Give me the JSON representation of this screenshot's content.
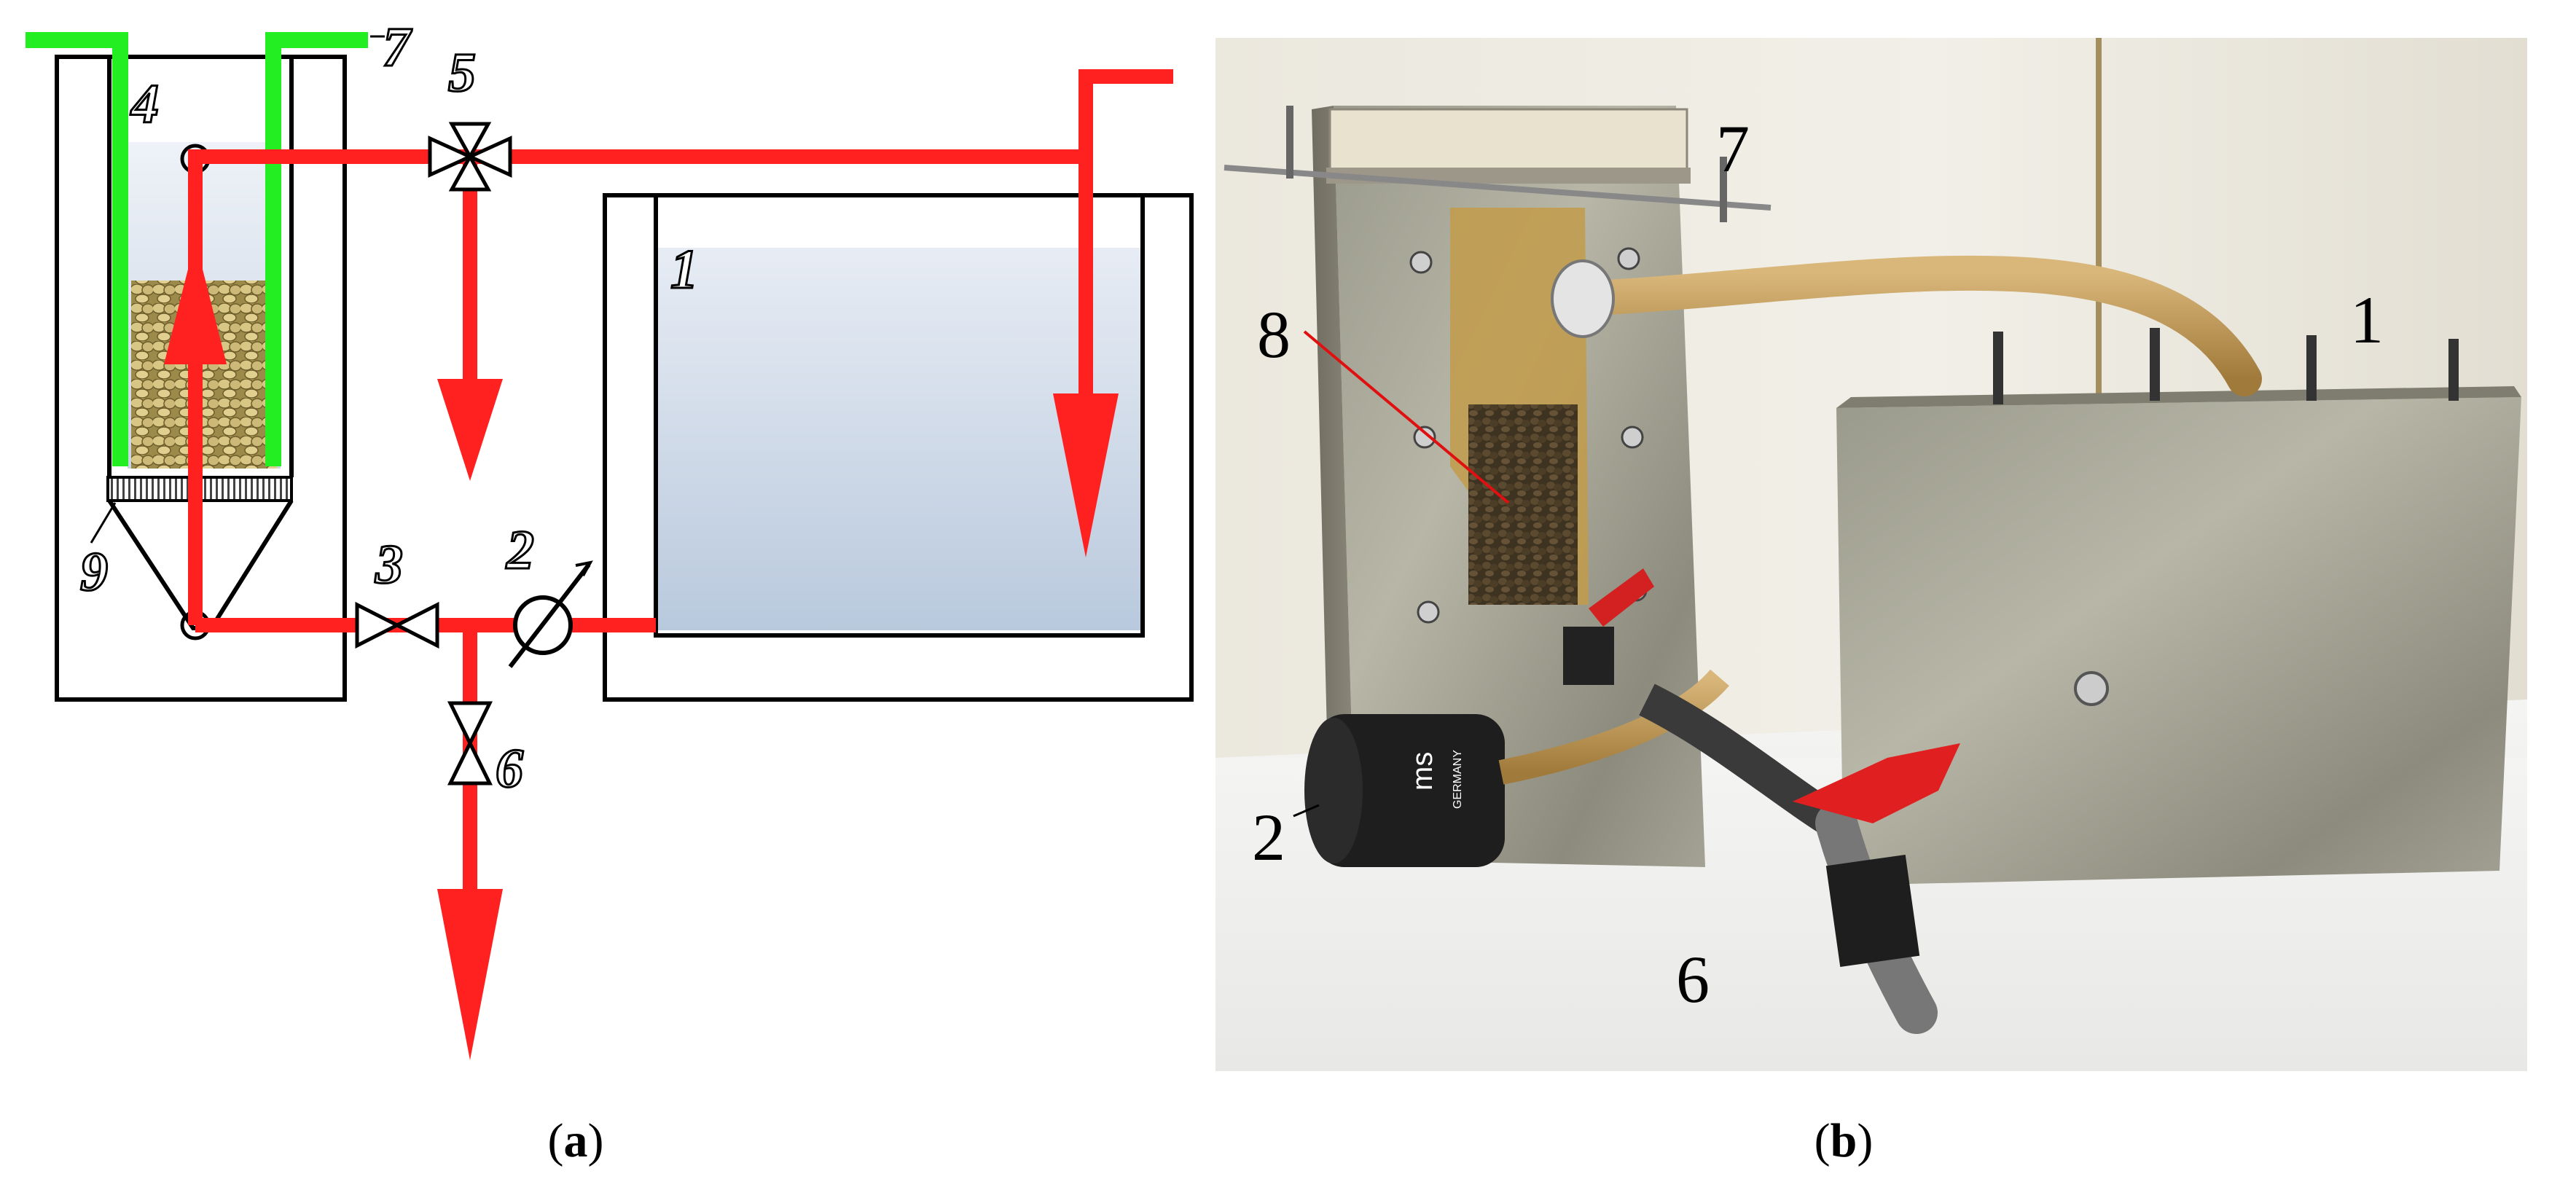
{
  "panel_a": {
    "caption_letter": "a",
    "labels": {
      "tank": "1",
      "meter": "2",
      "valve_bottom": "3",
      "inlet": "4",
      "valve_top": "5",
      "valve_drain": "6",
      "lid": "7",
      "grate": "9"
    },
    "colors": {
      "pipe": "#ff2020",
      "lid": "#22ee22",
      "water": "#cdd9e8",
      "pellet": "#c8b46a"
    }
  },
  "panel_b": {
    "caption_letter": "b",
    "labels": {
      "tank": "1",
      "pump": "2",
      "valve": "6",
      "lid": "7",
      "media": "8"
    },
    "pump_text": "ms",
    "pump_subtext": "GERMANY"
  }
}
